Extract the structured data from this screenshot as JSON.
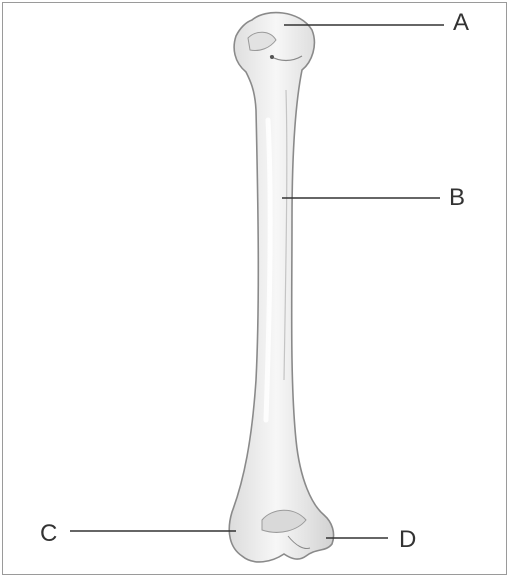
{
  "labels": {
    "a": "A",
    "b": "B",
    "c": "C",
    "d": "D"
  },
  "colors": {
    "bone_fill": "#eeeeee",
    "bone_outline": "#8a8a8a",
    "leader_line": "#333333",
    "frame_border": "#9a9a9a"
  }
}
